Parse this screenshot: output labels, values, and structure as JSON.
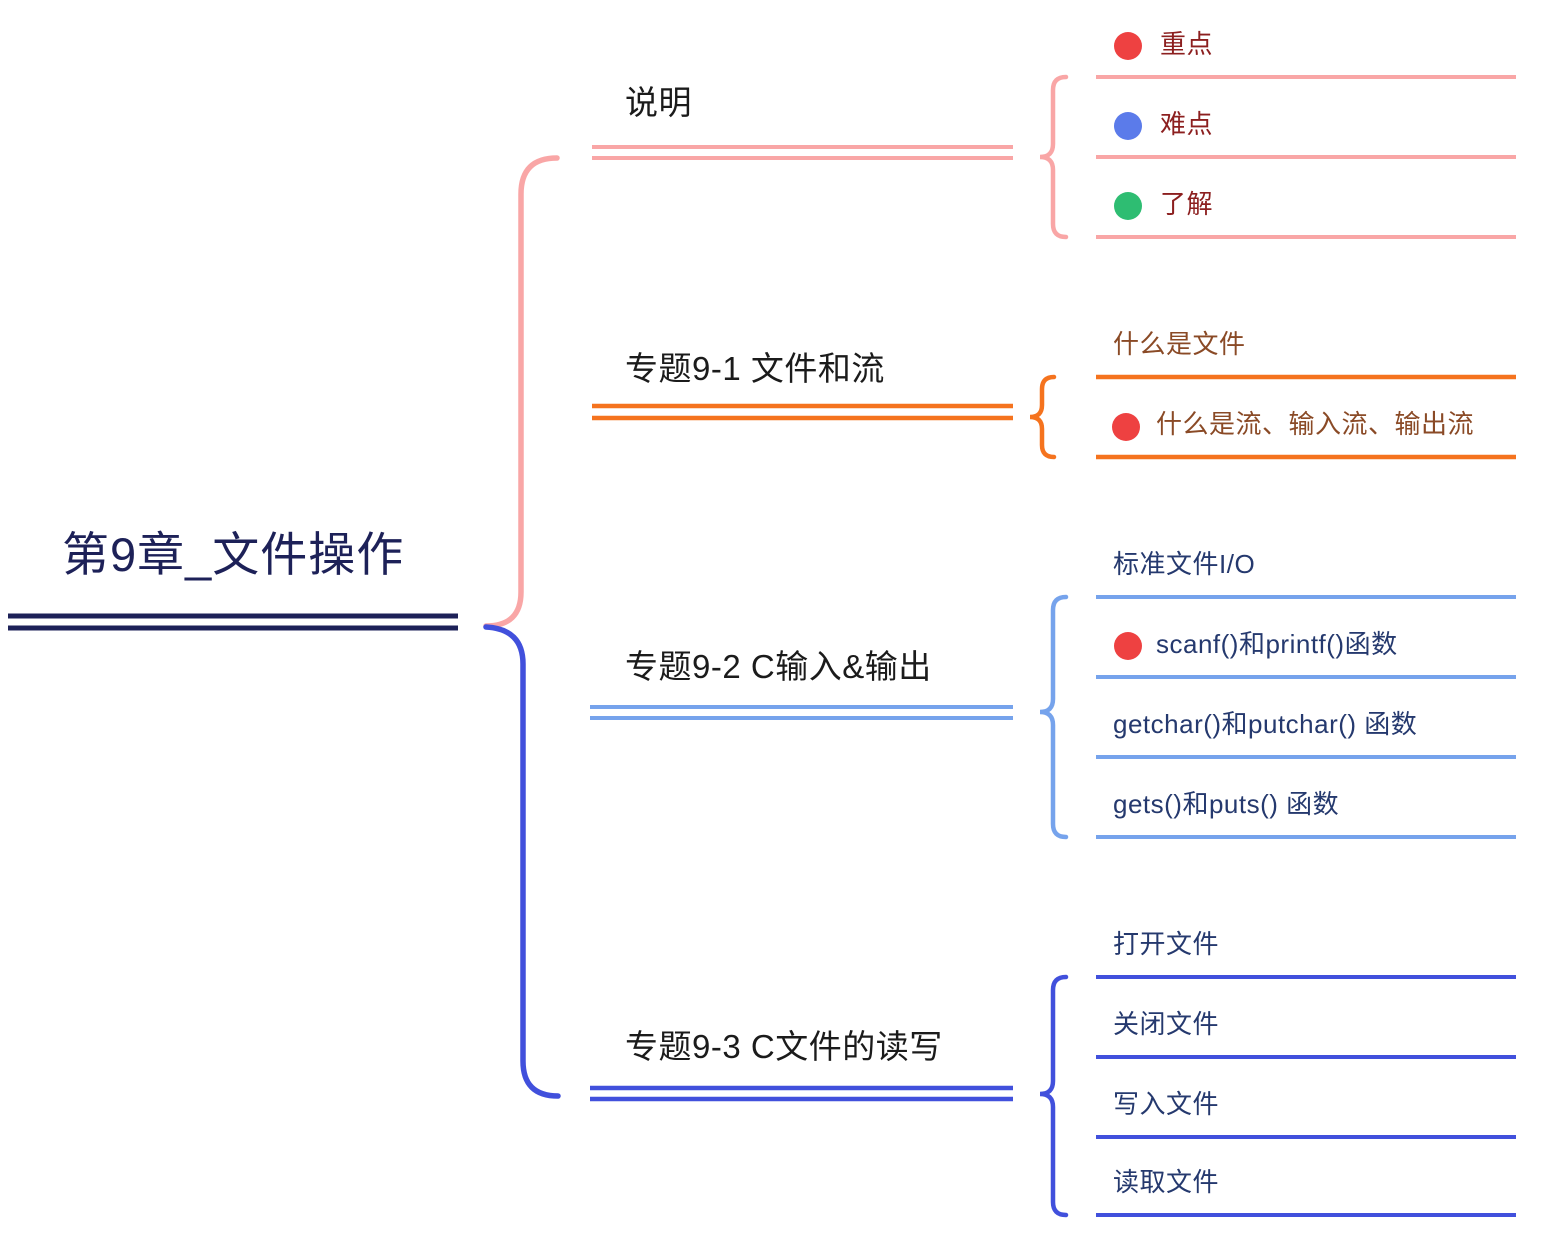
{
  "root": {
    "label": "第9章_文件操作"
  },
  "branches": [
    {
      "label": "说明",
      "children": [
        {
          "label": "重点",
          "marker": "red"
        },
        {
          "label": "难点",
          "marker": "blue"
        },
        {
          "label": "了解",
          "marker": "green"
        }
      ]
    },
    {
      "label": "专题9-1 文件和流",
      "children": [
        {
          "label": "什么是文件"
        },
        {
          "label": "什么是流、输入流、输出流",
          "marker": "red"
        }
      ]
    },
    {
      "label": "专题9-2 C输入&输出",
      "children": [
        {
          "label": "标准文件I/O"
        },
        {
          "label": "scanf()和printf()函数",
          "marker": "red"
        },
        {
          "label": "getchar()和putchar() 函数"
        },
        {
          "label": "gets()和puts() 函数"
        }
      ]
    },
    {
      "label": "专题9-3 C文件的读写",
      "children": [
        {
          "label": "打开文件"
        },
        {
          "label": "关闭文件"
        },
        {
          "label": "写入文件"
        },
        {
          "label": "读取文件"
        }
      ]
    }
  ],
  "colors": {
    "root_line": "#1d2158",
    "branch_pink": "#f9a6a6",
    "branch_orange": "#f5731e",
    "branch_lightblue": "#76a3ec",
    "branch_royalblue": "#4150dc",
    "marker_red": "#ee4141",
    "marker_blue": "#5b7bea",
    "marker_green": "#2ebd72",
    "text_maroon": "#8c1f1f",
    "text_brown": "#8a4a26",
    "text_navy": "#25396e"
  }
}
